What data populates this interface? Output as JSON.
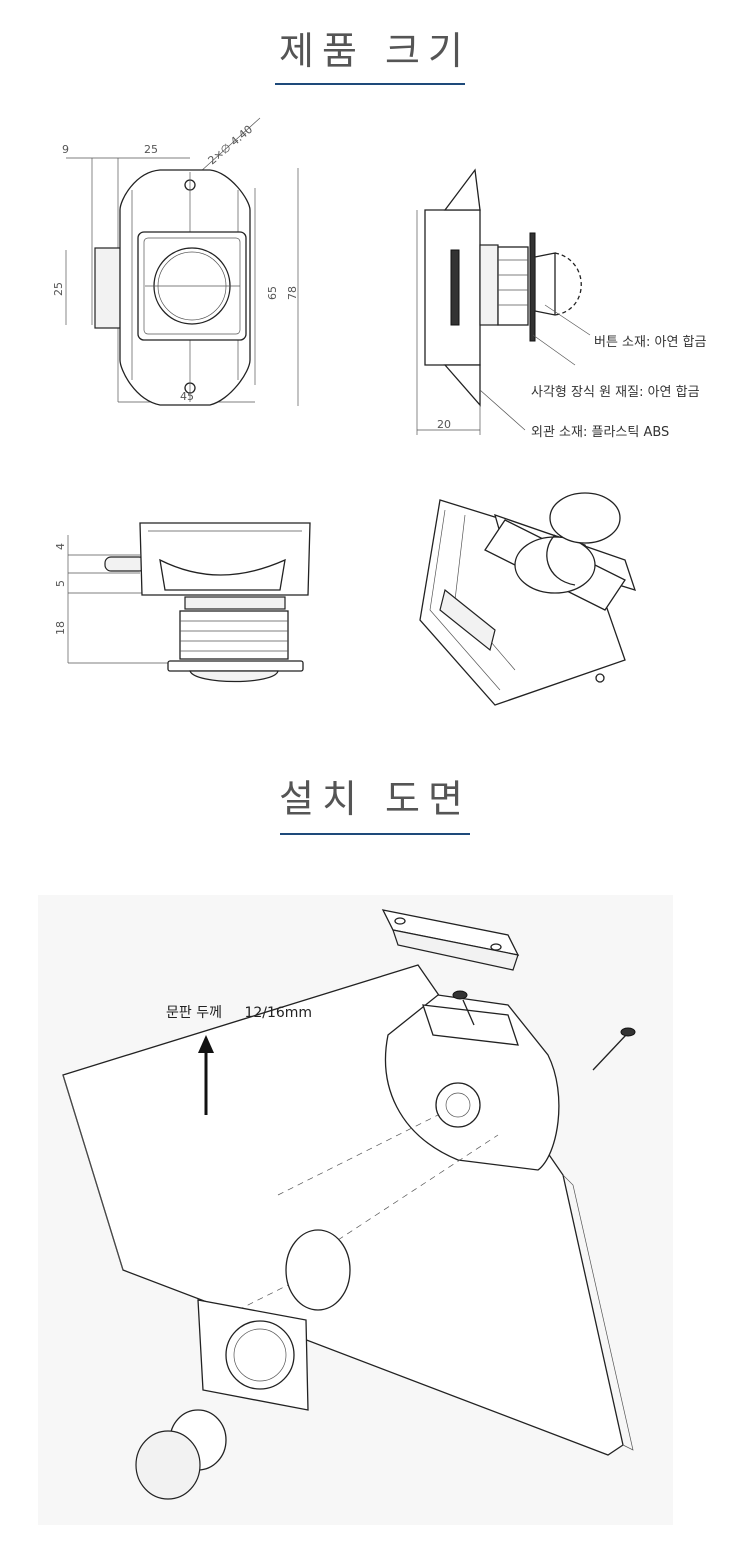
{
  "sections": {
    "size_title": "제품 크기",
    "install_title": "설치 도면"
  },
  "front_view": {
    "dims": {
      "d9": "9",
      "d25_top": "25",
      "hole": "2×∅ 4.40",
      "d25_side": "25",
      "d65": "65",
      "d78": "78",
      "d45": "45"
    }
  },
  "side_view": {
    "dims": {
      "d20": "20"
    },
    "callouts": {
      "button": "버튼 소재: 아연 합금",
      "decor": "사각형 장식 원 재질: 아연 합금",
      "shell": "외관 소재: 플라스틱 ABS"
    }
  },
  "bottom_view": {
    "dims": {
      "d4": "4",
      "d5": "5",
      "d18": "18"
    }
  },
  "install": {
    "thickness_label": "문판 두께",
    "thickness_value": "12/16mm"
  },
  "colors": {
    "accent_rule": "#1e4a7a",
    "line": "#222222",
    "panel_bg": "#f7f7f7"
  }
}
